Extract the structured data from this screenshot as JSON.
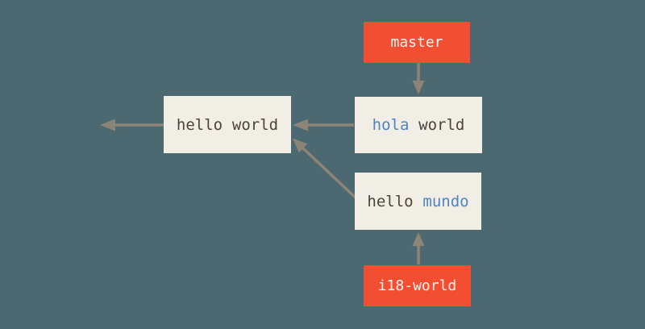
{
  "theme": {
    "background_color": "#4C6971",
    "box_color": "#F0EEE5",
    "label_color": "#F14E32",
    "arrow_color": "#8D8478",
    "text_dark": "#4B433C",
    "text_blue": "#4E84C4",
    "label_text_color": "#F7F5F0"
  },
  "branch_labels": {
    "master": "master",
    "i18_world": "i18-world"
  },
  "commits": {
    "hello_world": {
      "word1": "hello",
      "word2": "world"
    },
    "hola_world": {
      "word1": "hola",
      "word2": "world"
    },
    "hello_mundo": {
      "word1": "hello",
      "word2": "mundo"
    }
  },
  "icons": {
    "arrow_left_history": "arrow pointing left to earlier history",
    "arrow_hola_to_hello": "arrow from hola world to hello world",
    "arrow_mundo_to_hello": "diagonal arrow from hello mundo to hello world",
    "arrow_master_to_hola": "arrow from master label down to hola world",
    "arrow_i18_to_mundo": "arrow from i18-world label up to hello mundo"
  }
}
